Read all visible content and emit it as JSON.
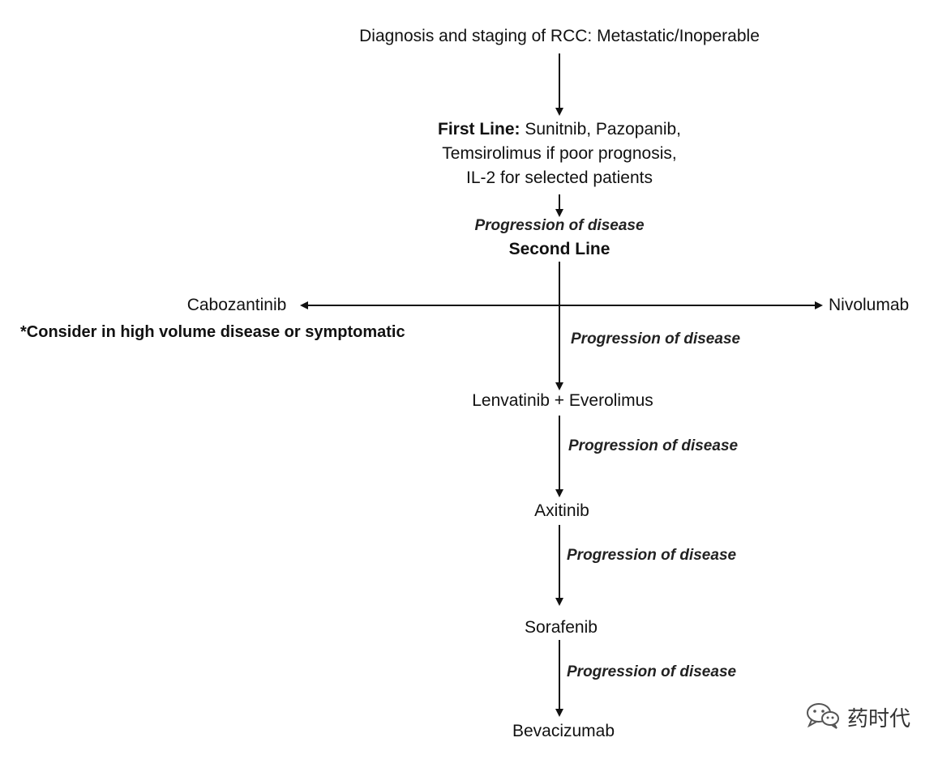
{
  "diagram": {
    "root": "Diagnosis and staging of RCC: Metastatic/Inoperable",
    "first_line": {
      "heading": "First Line:",
      "line1": "Sunitnib, Pazopanib,",
      "line2": "Temsirolimus if poor prognosis,",
      "line3": "IL-2 for selected patients"
    },
    "progression_label": "Progression of disease",
    "second_line": "Second Line",
    "left_option": "Cabozantinib",
    "left_note": "*Consider in high volume disease or symptomatic",
    "right_option": "Nivolumab",
    "steps": [
      "Lenvatinib + Everolimus",
      "Axitinib",
      "Sorafenib",
      "Bevacizumab"
    ],
    "edge_labels": [
      "Progression of disease",
      "Progression of disease",
      "Progression of disease",
      "Progression of disease",
      "Progression of disease"
    ]
  },
  "watermark": {
    "icon": "wechat-icon",
    "text": "药时代"
  }
}
